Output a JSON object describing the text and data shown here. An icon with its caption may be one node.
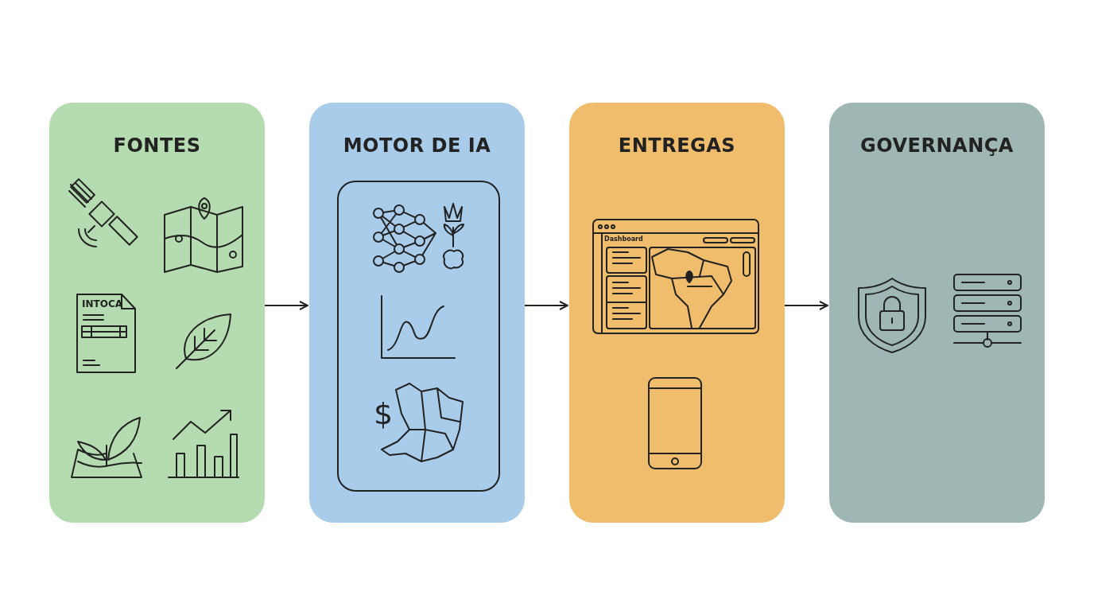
{
  "diagram": {
    "nodes": [
      {
        "text": [
          "FONTES"
        ]
      },
      {
        "text": [
          "MOTOR DE IA"
        ]
      },
      {
        "text": [
          "ENTREGAS"
        ]
      },
      {
        "text": [
          "GOVERNANÇA"
        ]
      }
    ],
    "edges": [
      {
        "from": 0,
        "to": 1,
        "arrow": "to"
      },
      {
        "from": 1,
        "to": 2,
        "arrow": "to"
      },
      {
        "from": 2,
        "to": 3,
        "arrow": "to"
      }
    ],
    "labels": [
      "INTOCA",
      "Dashboard",
      "$"
    ]
  }
}
